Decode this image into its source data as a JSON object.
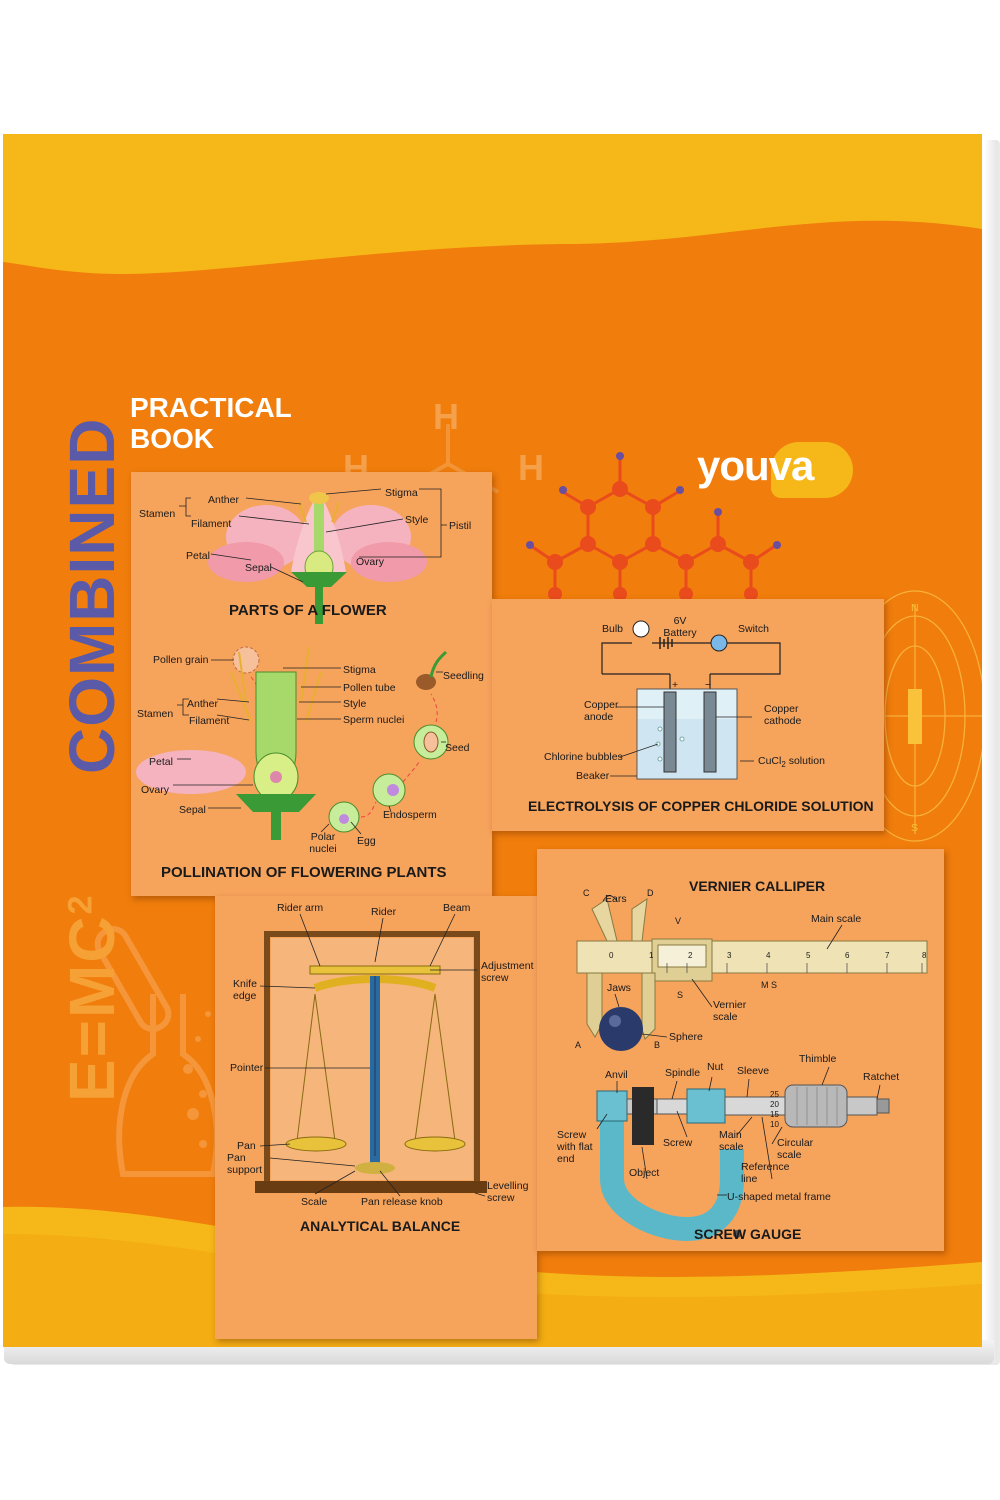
{
  "cover": {
    "combined": "COMBINED",
    "practical": "PRACTICAL",
    "book": "BOOK",
    "emc": "E=MC",
    "emc_sup": "2",
    "brand": "youva",
    "hydrogen": "H"
  },
  "flower": {
    "title": "PARTS OF A FLOWER",
    "labels": [
      "Stamen",
      "Anther",
      "Filament",
      "Stigma",
      "Style",
      "Pistil",
      "Petal",
      "Sepal",
      "Ovary"
    ]
  },
  "pollination": {
    "title": "POLLINATION OF FLOWERING PLANTS",
    "labels": [
      "Pollen grain",
      "Stigma",
      "Seedling",
      "Anther",
      "Pollen tube",
      "Stamen",
      "Filament",
      "Style",
      "Sperm nuclei",
      "Seed",
      "Petal",
      "Ovary",
      "Sepal",
      "Endosperm",
      "Polar nuclei",
      "Egg"
    ]
  },
  "electrolysis": {
    "title": "ELECTROLYSIS OF COPPER CHLORIDE SOLUTION",
    "labels": [
      "Bulb",
      "6V Battery",
      "Switch",
      "Copper anode",
      "Copper cathode",
      "Chlorine bubbles",
      "CuCl",
      "2",
      " solution",
      "Beaker"
    ],
    "signs": [
      "+",
      "−"
    ]
  },
  "balance": {
    "title": "ANALYTICAL BALANCE",
    "labels": [
      "Rider arm",
      "Rider",
      "Beam",
      "Adjustment screw",
      "Knife edge",
      "Pointer",
      "Pan",
      "Pan support",
      "Scale",
      "Pan release knob",
      "Levelling screw"
    ]
  },
  "vernier": {
    "title": "VERNIER CALLIPER",
    "labels": [
      "Ears",
      "Main scale",
      "Jaws",
      "Vernier scale",
      "Sphere",
      "C",
      "D",
      "V",
      "A",
      "B",
      "S",
      "M S"
    ],
    "scale_numbers": [
      "0",
      "1",
      "2",
      "3",
      "4",
      "5",
      "6",
      "7",
      "8"
    ]
  },
  "screwgauge": {
    "title": "SCREW GAUGE",
    "labels": [
      "Anvil",
      "Spindle",
      "Nut",
      "Sleeve",
      "Thimble",
      "Ratchet",
      "Screw with flat end",
      "Screw",
      "Main scale",
      "Circular scale",
      "Object",
      "Reference line",
      "U-shaped metal frame"
    ],
    "thimble_numbers": [
      "25",
      "20",
      "15",
      "10"
    ]
  },
  "magnet": {
    "labels": [
      "N",
      "S"
    ]
  },
  "colors": {
    "cover_orange": "#f07d0c",
    "band_yellow": "#f6b718",
    "card_bg": "#f6a35c",
    "combined_purple": "#5b5aa8",
    "emc_orange": "#f6a136",
    "atom_red": "#ea4b1c",
    "atom_purple": "#6a4fa0"
  }
}
